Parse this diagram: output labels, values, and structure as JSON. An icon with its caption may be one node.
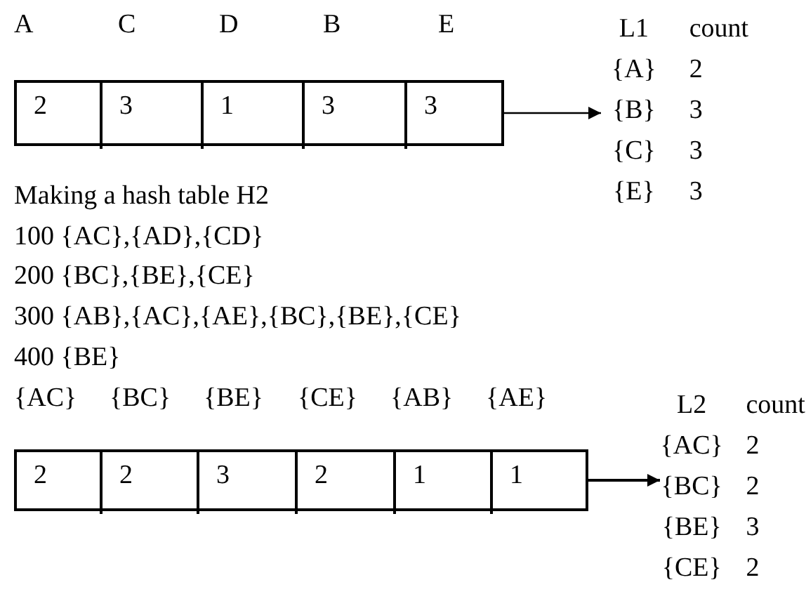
{
  "diagram": {
    "nodes": [
      {
        "text": [],
        "shape": "box"
      },
      {
        "text": [
          "2"
        ],
        "in": 0
      },
      {
        "text": [
          "3"
        ],
        "in": 0
      },
      {
        "text": [
          "1"
        ],
        "in": 0
      },
      {
        "text": [
          "3"
        ],
        "in": 0
      },
      {
        "text": [
          "3"
        ],
        "in": 0
      },
      {
        "text": [
          "L1",
          "count",
          "{A}",
          "2",
          "{B}",
          "3",
          "{C}",
          "3",
          "{E}",
          "3"
        ]
      },
      {
        "text": [],
        "shape": "box"
      },
      {
        "text": [
          "2"
        ],
        "in": 7
      },
      {
        "text": [
          "2"
        ],
        "in": 7
      },
      {
        "text": [
          "3"
        ],
        "in": 7
      },
      {
        "text": [
          "2"
        ],
        "in": 7
      },
      {
        "text": [
          "1"
        ],
        "in": 7
      },
      {
        "text": [
          "1"
        ],
        "in": 7
      },
      {
        "text": [
          "L2",
          "count",
          "{AC}",
          "2",
          "{BC}",
          "2",
          "{BE}",
          "3",
          "{CE}",
          "2"
        ]
      }
    ],
    "edges": [
      {
        "from": 0,
        "to": 6,
        "arrow": "to"
      },
      {
        "from": 7,
        "to": 14,
        "arrow": "to"
      }
    ],
    "labels": [
      "A",
      "C",
      "D",
      "B",
      "E",
      "Making a hash table H2",
      "100 {AC},{AD},{CD}",
      "200 {BC},{BE},{CE}",
      "300 {AB},{AC},{AE},{BC},{BE},{CE}",
      "400 {BE}",
      "{AC}",
      "{BC}",
      "{BE}",
      "{CE}",
      "{AB}",
      "{AE}"
    ]
  }
}
